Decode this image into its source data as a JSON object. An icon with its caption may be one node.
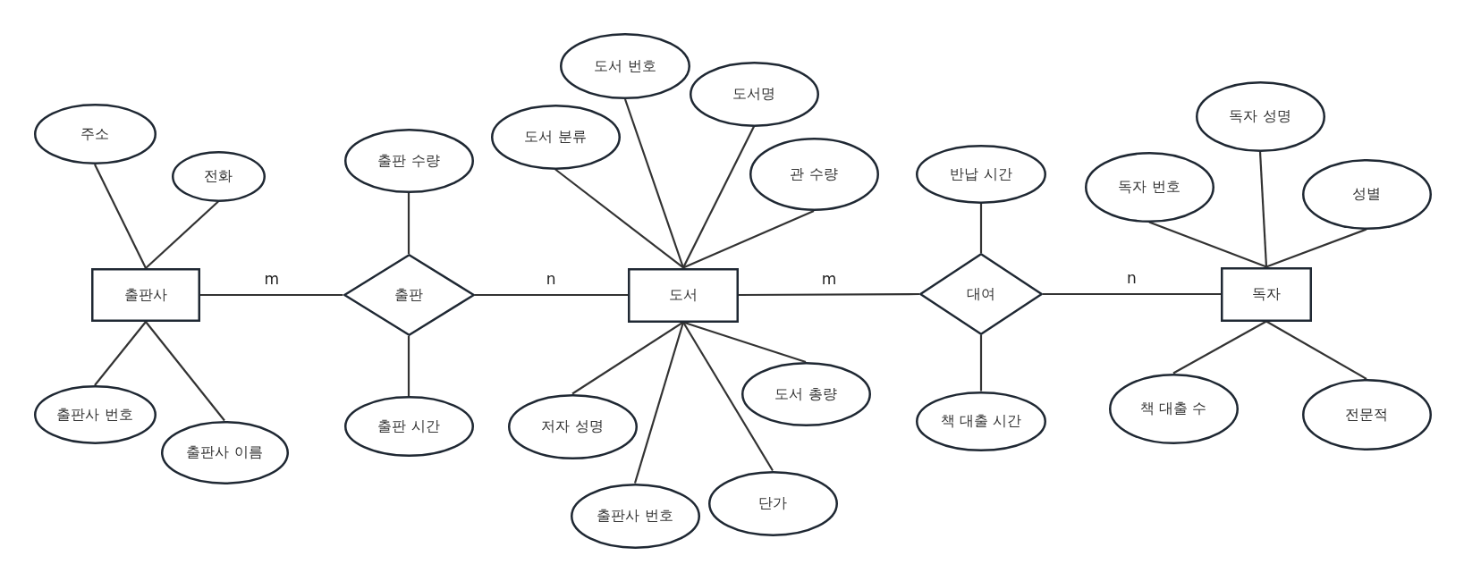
{
  "diagram": {
    "nodes": [
      {
        "text": [
          "주소"
        ]
      },
      {
        "text": [
          "전화"
        ]
      },
      {
        "text": [
          "출판사"
        ]
      },
      {
        "text": [
          "출판사 번호"
        ]
      },
      {
        "text": [
          "출판사 이름"
        ]
      },
      {
        "text": [
          "출판 수량"
        ]
      },
      {
        "text": [
          "출판"
        ]
      },
      {
        "text": [
          "출판 시간"
        ]
      },
      {
        "text": [
          "도서 분류"
        ]
      },
      {
        "text": [
          "도서 번호"
        ]
      },
      {
        "text": [
          "도서명"
        ]
      },
      {
        "text": [
          "관 수량"
        ]
      },
      {
        "text": [
          "도서"
        ]
      },
      {
        "text": [
          "저자 성명"
        ]
      },
      {
        "text": [
          "출판사 번호"
        ]
      },
      {
        "text": [
          "도서 총량"
        ]
      },
      {
        "text": [
          "단가"
        ]
      },
      {
        "text": [
          "반납 시간"
        ]
      },
      {
        "text": [
          "대여"
        ]
      },
      {
        "text": [
          "책 대출 시간"
        ]
      },
      {
        "text": [
          "독자 성명"
        ]
      },
      {
        "text": [
          "독자 번호"
        ]
      },
      {
        "text": [
          "성별"
        ]
      },
      {
        "text": [
          "독자"
        ]
      },
      {
        "text": [
          "책 대출 수"
        ]
      },
      {
        "text": [
          "전문적"
        ]
      }
    ],
    "edges": [
      {
        "from": 2,
        "to": 0,
        "arrow": "none"
      },
      {
        "from": 2,
        "to": 1,
        "arrow": "none"
      },
      {
        "from": 2,
        "to": 3,
        "arrow": "none"
      },
      {
        "from": 2,
        "to": 4,
        "arrow": "none"
      },
      {
        "from": 2,
        "to": 6,
        "arrow": "none",
        "label": "m"
      },
      {
        "from": 6,
        "to": 5,
        "arrow": "none"
      },
      {
        "from": 6,
        "to": 7,
        "arrow": "none"
      },
      {
        "from": 6,
        "to": 12,
        "arrow": "none",
        "label": "n"
      },
      {
        "from": 12,
        "to": 8,
        "arrow": "none"
      },
      {
        "from": 12,
        "to": 9,
        "arrow": "none"
      },
      {
        "from": 12,
        "to": 10,
        "arrow": "none"
      },
      {
        "from": 12,
        "to": 11,
        "arrow": "none"
      },
      {
        "from": 12,
        "to": 13,
        "arrow": "none"
      },
      {
        "from": 12,
        "to": 14,
        "arrow": "none"
      },
      {
        "from": 12,
        "to": 15,
        "arrow": "none"
      },
      {
        "from": 12,
        "to": 16,
        "arrow": "none"
      },
      {
        "from": 12,
        "to": 18,
        "arrow": "none",
        "label": "m"
      },
      {
        "from": 18,
        "to": 17,
        "arrow": "none"
      },
      {
        "from": 18,
        "to": 19,
        "arrow": "none"
      },
      {
        "from": 18,
        "to": 23,
        "arrow": "none",
        "label": "n"
      },
      {
        "from": 23,
        "to": 20,
        "arrow": "none"
      },
      {
        "from": 23,
        "to": 21,
        "arrow": "none"
      },
      {
        "from": 23,
        "to": 22,
        "arrow": "none"
      },
      {
        "from": 23,
        "to": 24,
        "arrow": "none"
      },
      {
        "from": 23,
        "to": 25,
        "arrow": "none"
      }
    ]
  }
}
